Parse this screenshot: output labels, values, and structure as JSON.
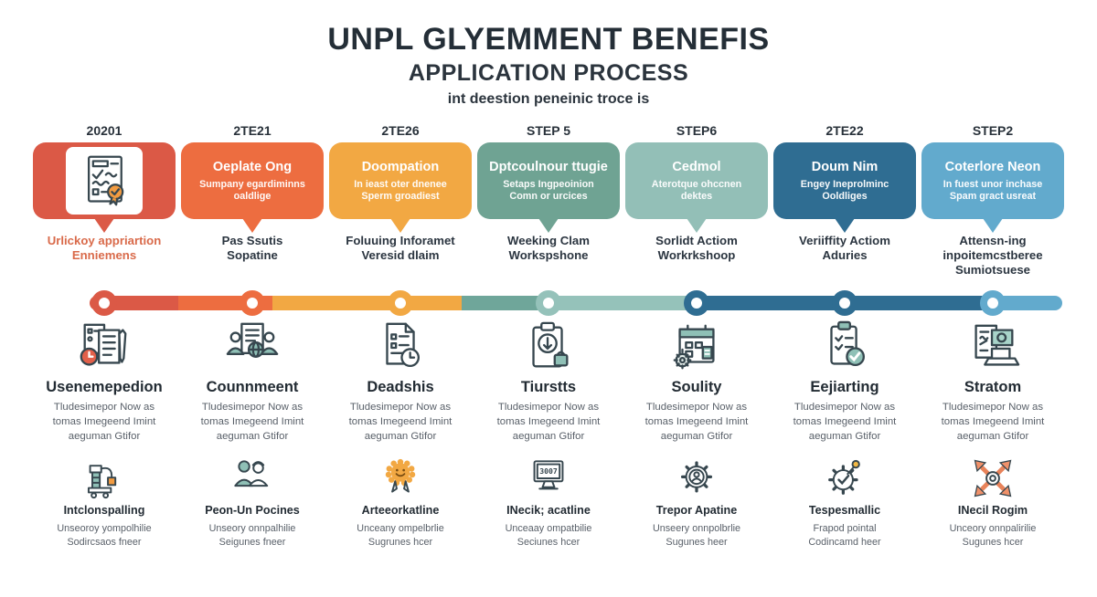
{
  "header": {
    "title": "UNPL GLYEMMENT BENEFIS",
    "subtitle": "APPLICATION PROCESS",
    "tagline": "int deestion peneinic troce is"
  },
  "columns": [
    {
      "step_label": "20201",
      "bubble": {
        "color": "#DB5946",
        "icon": "certificate-document",
        "title": "",
        "subtitle": ""
      },
      "phase": {
        "label": "Urlickoy appriartion\nEnniemens",
        "color": "#D96A4A"
      },
      "mid": {
        "icon": "checklist-clock",
        "title": "Usenemepedion",
        "desc": "Tludesimepor Now as\ntomas Imegeend Imint\naeguman Gtifor"
      },
      "bottom": {
        "icon": "assembly-machine",
        "title": "Intclonspalling",
        "desc": "Unseoroy yompolhilie\nSodircsaos fneer"
      }
    },
    {
      "step_label": "2TE21",
      "bubble": {
        "color": "#ED6D40",
        "title": "Oeplate Ong",
        "subtitle": "Sumpany egardiminns\noaldlige"
      },
      "phase": {
        "label": "Pas Ssutis\nSopatine"
      },
      "mid": {
        "icon": "people-document",
        "title": "Counnmeent",
        "desc": "Tludesimepor Now as\ntomas Imegeend Imint\naeguman Gtifor"
      },
      "bottom": {
        "icon": "people-pair",
        "title": "Peon-Un Pocines",
        "desc": "Unseory onnpalhilie\nSeigunes fneer"
      }
    },
    {
      "step_label": "2TE26",
      "bubble": {
        "color": "#F2A843",
        "title": "Doompation",
        "subtitle": "In ieast oter dnenee\nSperm groadiest"
      },
      "phase": {
        "label": "Foluuing Inforamet\nVeresid dlaim"
      },
      "mid": {
        "icon": "document-clock",
        "title": "Deadshis",
        "desc": "Tludesimepor Now as\ntomas Imegeend Imint\naeguman Gtifor"
      },
      "bottom": {
        "icon": "award-smiley",
        "title": "Arteeorkatline",
        "desc": "Unceany ompelbrlie\nSugrunes hcer"
      }
    },
    {
      "step_label": "STEP 5",
      "bubble": {
        "color": "#6FA393",
        "title": "Dptcoulnour ttugie",
        "subtitle": "Setaps Ingpeoinion\nComn or urcices"
      },
      "phase": {
        "label": "Weeking Clam\nWorkspshone"
      },
      "mid": {
        "icon": "clipboard-search",
        "title": "Tiurstts",
        "desc": "Tludesimepor Now as\ntomas Imegeend Imint\naeguman Gtifor"
      },
      "bottom": {
        "icon": "computer-monitor",
        "title": "INecik; acatline",
        "monitor_text": "3007",
        "desc": "Unceaay ompatbilie\nSeciunes hcer"
      }
    },
    {
      "step_label": "STEP6",
      "bubble": {
        "color": "#93BFB7",
        "title": "Cedmol",
        "subtitle": "Aterotque ohccnen\ndektes"
      },
      "phase": {
        "label": "Sorlidt Actiom\nWorkrkshoop"
      },
      "mid": {
        "icon": "calendar-gear",
        "title": "Soulity",
        "desc": "Tludesimepor Now as\ntomas Imegeend Imint\naeguman Gtifor"
      },
      "bottom": {
        "icon": "gear-person",
        "title": "Trepor Apatine",
        "desc": "Unseery onnpolbrlie\nSugunes heer"
      }
    },
    {
      "step_label": "2TE22",
      "bubble": {
        "color": "#2F6D92",
        "title": "Doum Nim",
        "subtitle": "Engey Ineprolminc\nOoldliges"
      },
      "phase": {
        "label": "Veriiffity Actiom\nAduries"
      },
      "mid": {
        "icon": "clipboard-check",
        "title": "Eejiarting",
        "desc": "Tludesimepor Now as\ntomas Imegeend Imint\naeguman Gtifor"
      },
      "bottom": {
        "icon": "gear-check",
        "title": "Tespesmallic",
        "desc": "Frapod pointal\nCodincamd heer"
      }
    },
    {
      "step_label": "STEP2",
      "bubble": {
        "color": "#62AACD",
        "title": "Coterlore Neon",
        "subtitle": "In fuest unor inchase\nSpam gract usreat"
      },
      "phase": {
        "label": "Attensn-ing\ninpoitemcstberee\nSumiotsuese"
      },
      "mid": {
        "icon": "document-money",
        "title": "Stratom",
        "desc": "Tludesimepor Now as\ntomas Imegeend Imint\naeguman Gtifor"
      },
      "bottom": {
        "icon": "crossed-tools",
        "title": "INecil Rogim",
        "desc": "Unceory onnpalirilie\nSugunes hcer"
      }
    }
  ],
  "timeline": {
    "segments": [
      {
        "color": "#DB5946",
        "grow": 97
      },
      {
        "color": "#ED6D40",
        "grow": 103
      },
      {
        "color": "#F2A843",
        "grow": 207
      },
      {
        "color": "#6FA69A",
        "grow": 95
      },
      {
        "color": "#95C2BA",
        "grow": 168
      },
      {
        "color": "#2F6D92",
        "grow": 318
      },
      {
        "color": "#62AACD",
        "grow": 76
      }
    ],
    "dot_colors": [
      "#DB5946",
      "#ED6D40",
      "#F2A843",
      "#95C2BA",
      "#2F6D92",
      "#2F6D92",
      "#62AACD"
    ]
  }
}
